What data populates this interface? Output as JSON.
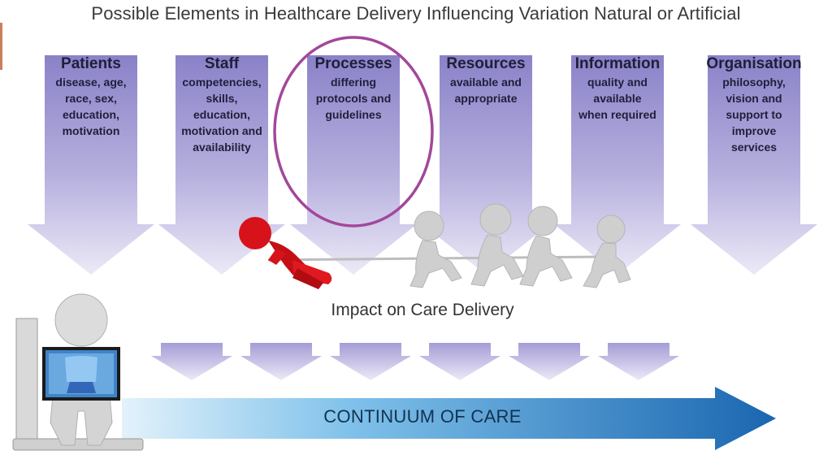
{
  "title": "Possible Elements in Healthcare Delivery Influencing Variation Natural or Artificial",
  "columns": [
    {
      "heading": "Patients",
      "lines": [
        "disease, age,",
        "race, sex,",
        "education,",
        "motivation"
      ]
    },
    {
      "heading": "Staff",
      "lines": [
        "competencies,",
        "skills,",
        "education,",
        "motivation and",
        "availability"
      ]
    },
    {
      "heading": "Processes",
      "lines": [
        "differing",
        "protocols and",
        "guidelines"
      ]
    },
    {
      "heading": "Resources",
      "lines": [
        "available and",
        "appropriate"
      ]
    },
    {
      "heading": "Information",
      "lines": [
        "quality and",
        "available",
        "when required"
      ]
    },
    {
      "heading": "Organisation",
      "lines": [
        "philosophy,",
        "vision and",
        "support to",
        "improve",
        "services"
      ]
    }
  ],
  "impact_label": "Impact on Care Delivery",
  "continuum_label": "CONTINUUM OF CARE",
  "colors": {
    "arrow_top": "#8a82c8",
    "arrow_bottom": "#ece9f7",
    "highlight_ellipse": "#a3479b",
    "continuum_dark": "#1a66b0",
    "continuum_light": "#b5dcf4",
    "red_figure": "#d8121a",
    "grey_figure": "#cfcfcf"
  },
  "icons": [
    "tug-of-war-figures",
    "xray-figure"
  ]
}
